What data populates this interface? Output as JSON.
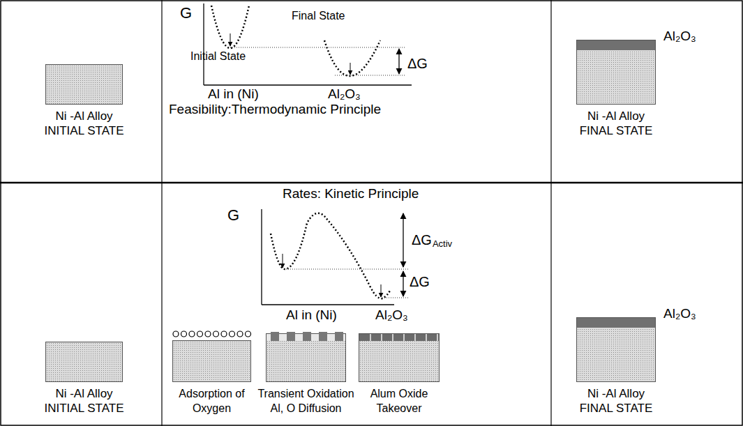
{
  "diagram": {
    "nodes": [
      {
        "text": [
          "Ni -Al Alloy INITIAL STATE"
        ]
      },
      {
        "text": [
          "Al₂O₃",
          "Ni -Al Alloy FINAL STATE"
        ]
      },
      {
        "text": [
          "Ni -Al Alloy INITIAL STATE"
        ]
      },
      {
        "text": [
          "Adsorption of Oxygen"
        ]
      },
      {
        "text": [
          "Transient Oxidation Al, O Diffusion"
        ]
      },
      {
        "text": [
          "Alum Oxide Takeover"
        ]
      },
      {
        "text": [
          "Al₂O₃",
          "Ni -Al Alloy FINAL STATE"
        ]
      }
    ],
    "labels": [
      "G",
      "Final State",
      "Initial State",
      "ΔG",
      "Al in (Ni)",
      "Al₂O₃",
      "Feasibility:Thermodynamic Principle",
      "Rates: Kinetic Principle",
      "G",
      "ΔG",
      "Activ",
      "ΔG",
      "Al in (Ni)",
      "Al₂O₃"
    ]
  }
}
